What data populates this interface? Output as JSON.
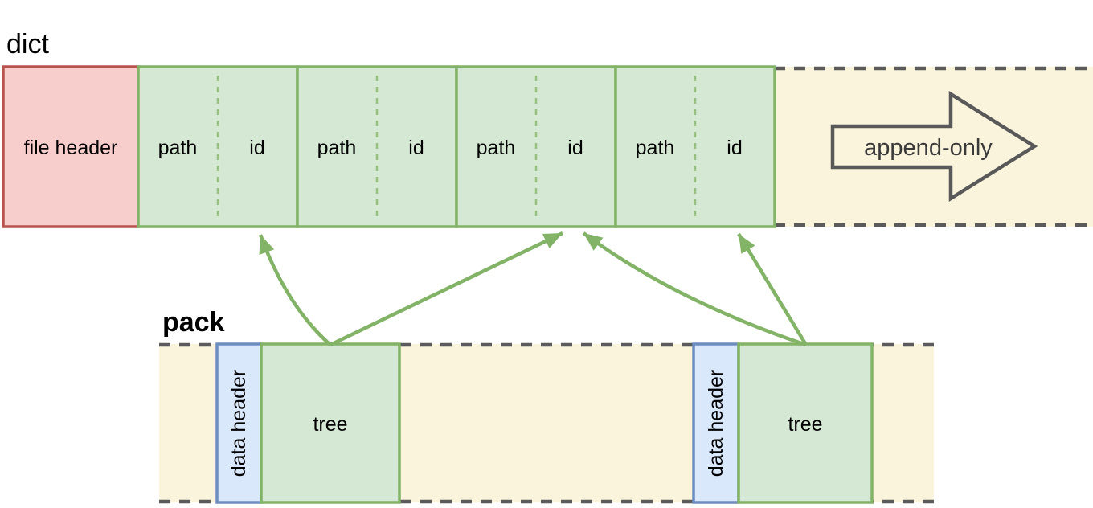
{
  "colors": {
    "canvas-bg": "#ffffff",
    "red-fill": "#f8cecc",
    "red-stroke": "#b85450",
    "green-fill": "#d5e8d4",
    "green-stroke": "#82b366",
    "blue-fill": "#dae8fc",
    "blue-stroke": "#6c8ebf",
    "cream-fill": "#fbf4dc",
    "dash-stroke": "#5b5b5b",
    "arrow-outline": "#595959",
    "text-color": "#000000",
    "append-text-color": "#3a3a3a"
  },
  "dict": {
    "label": "dict",
    "file_header": "file header",
    "entries": [
      {
        "path": "path",
        "id": "id"
      },
      {
        "path": "path",
        "id": "id"
      },
      {
        "path": "path",
        "id": "id"
      },
      {
        "path": "path",
        "id": "id"
      }
    ],
    "append_only": "append-only"
  },
  "pack": {
    "label": "pack",
    "segments": [
      {
        "header": "data header",
        "content": "tree"
      },
      {
        "header": "data header",
        "content": "tree"
      }
    ]
  }
}
